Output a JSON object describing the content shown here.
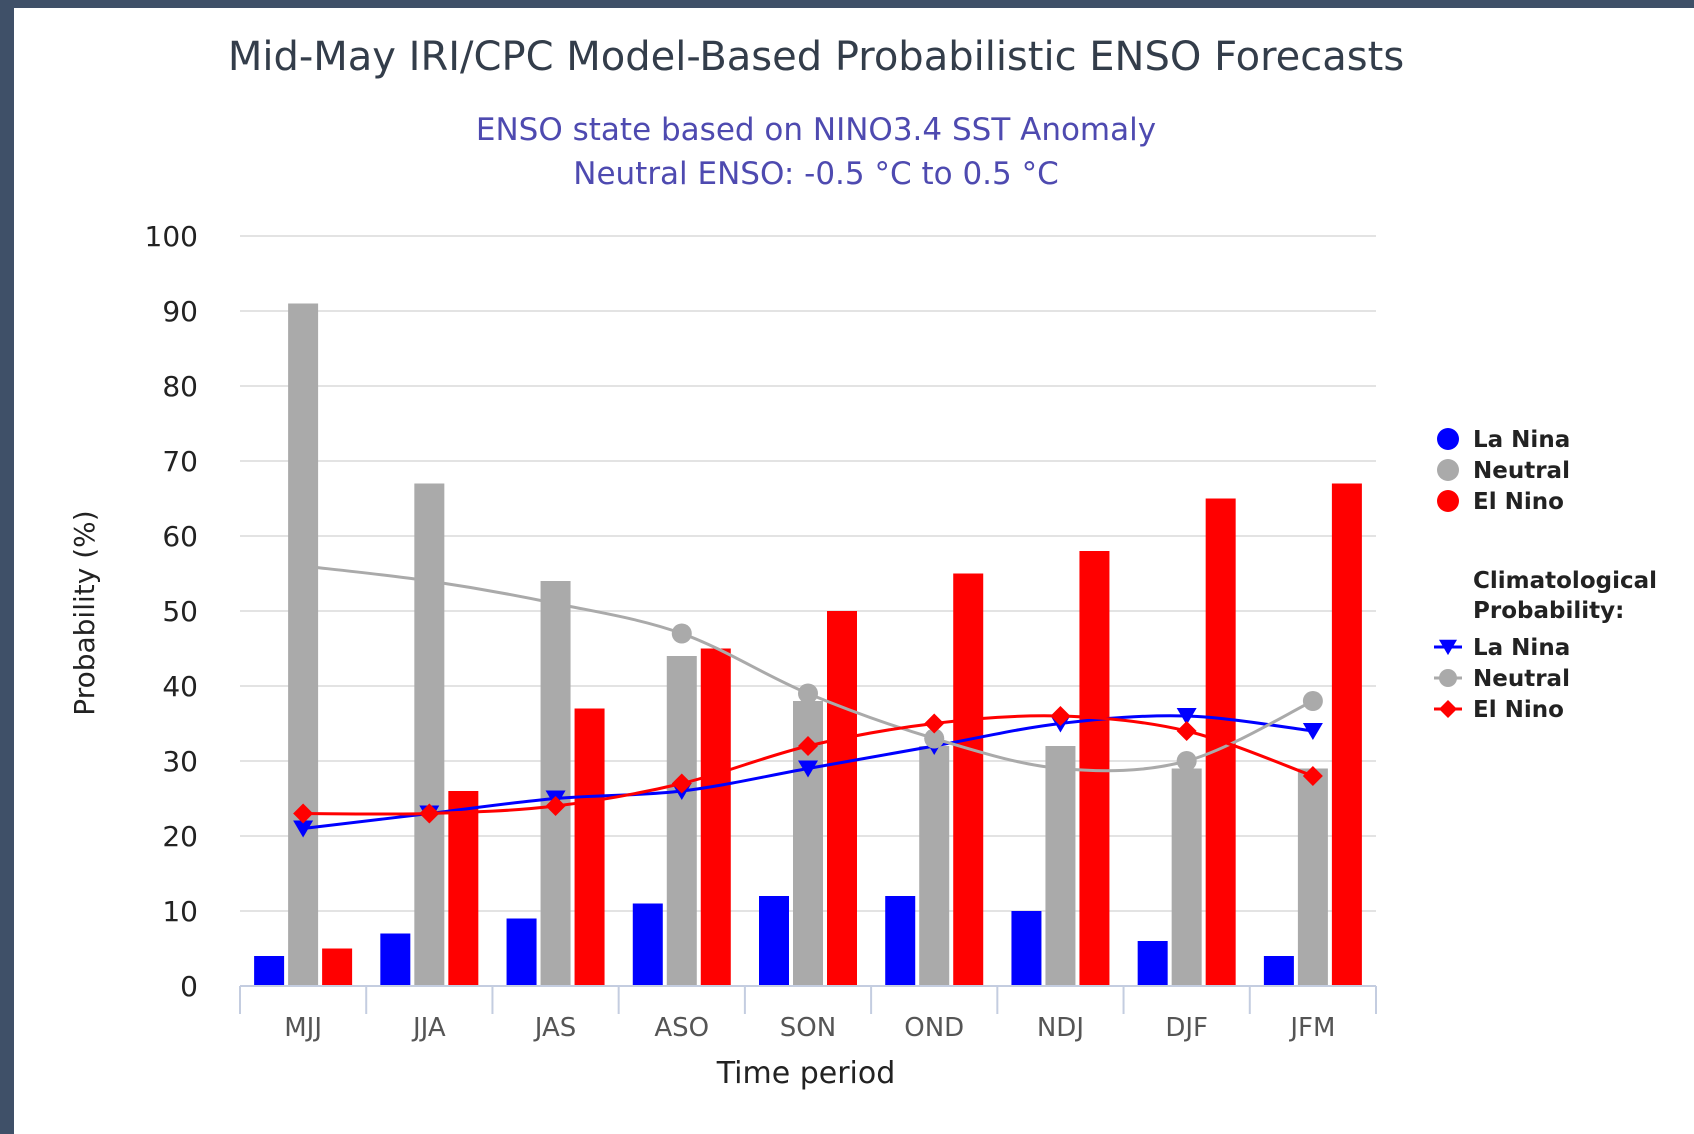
{
  "chart_data": {
    "type": "bar",
    "title": "Mid-May IRI/CPC Model-Based Probabilistic ENSO Forecasts",
    "subtitle_lines": [
      "ENSO state based on NINO3.4 SST Anomaly",
      "Neutral ENSO: -0.5 °C to 0.5 °C"
    ],
    "xlabel": "Time period",
    "ylabel": "Probability (%)",
    "ylim": [
      0,
      100
    ],
    "yticks": [
      0,
      10,
      20,
      30,
      40,
      50,
      60,
      70,
      80,
      90,
      100
    ],
    "grid": true,
    "legend_position": "right",
    "categories": [
      "MJJ",
      "JJA",
      "JAS",
      "ASO",
      "SON",
      "OND",
      "NDJ",
      "DJF",
      "JFM"
    ],
    "series": [
      {
        "name": "La Nina",
        "kind": "bar",
        "color": "#0000ff",
        "values": [
          4,
          7,
          9,
          11,
          12,
          12,
          10,
          6,
          4
        ]
      },
      {
        "name": "Neutral",
        "kind": "bar",
        "color": "#aaaaaa",
        "values": [
          91,
          67,
          54,
          44,
          38,
          32,
          32,
          29,
          29
        ]
      },
      {
        "name": "El Nino",
        "kind": "bar",
        "color": "#ff0000",
        "values": [
          5,
          26,
          37,
          45,
          50,
          55,
          58,
          65,
          67
        ]
      }
    ],
    "climatology": {
      "legend_title_lines": [
        "Climatological",
        "Probability:"
      ],
      "series": [
        {
          "name": "La Nina",
          "kind": "line",
          "marker": "triangle-down",
          "color": "#0000ff",
          "values": [
            21,
            23,
            25,
            26,
            29,
            32,
            35,
            36,
            34
          ]
        },
        {
          "name": "Neutral",
          "kind": "line",
          "marker": "circle",
          "color": "#aaaaaa",
          "values": [
            56,
            54,
            51,
            47,
            39,
            33,
            29,
            30,
            38
          ]
        },
        {
          "name": "El Nino",
          "kind": "line",
          "marker": "diamond",
          "color": "#ff0000",
          "values": [
            23,
            23,
            24,
            27,
            32,
            35,
            36,
            34,
            28
          ]
        }
      ]
    }
  }
}
